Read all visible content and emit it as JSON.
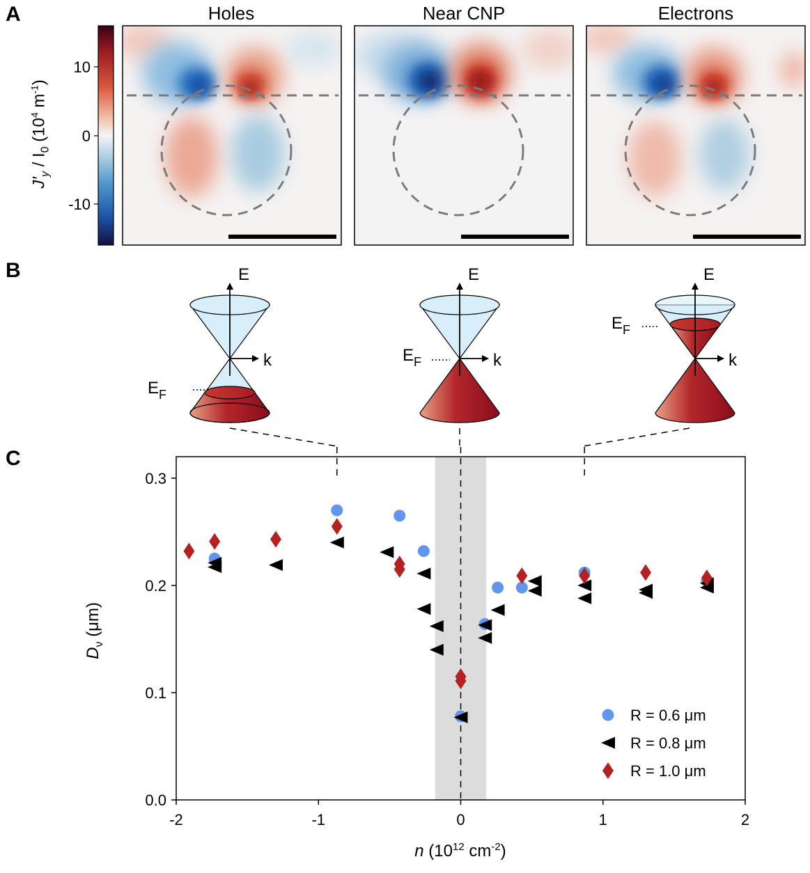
{
  "panels": {
    "a": "A",
    "b": "B",
    "c": "C"
  },
  "panel_a": {
    "maps": [
      {
        "title": "Holes"
      },
      {
        "title": "Near CNP"
      },
      {
        "title": "Electrons"
      }
    ],
    "colorbar": {
      "ticks": [
        "10",
        "0",
        "-10"
      ],
      "label_main": "J′",
      "label_sub": "y",
      "label_div": " / I",
      "label_sub0": "0",
      "label_units": " (10",
      "label_exp": "4",
      "label_tail": " m",
      "label_exp2": "-1",
      "label_close": ")"
    }
  },
  "panel_b": {
    "cones": [
      {
        "E": "E",
        "k": "k",
        "EF": "E",
        "EF_sub": "F",
        "state": "holes"
      },
      {
        "E": "E",
        "k": "k",
        "EF": "E",
        "EF_sub": "F",
        "state": "cnp"
      },
      {
        "E": "E",
        "k": "k",
        "EF": "E",
        "EF_sub": "F",
        "state": "electrons"
      }
    ]
  },
  "chart_data": {
    "type": "scatter",
    "xlabel_var": "n",
    "xlabel_units": " (10",
    "xlabel_exp": "12",
    "xlabel_tail": " cm",
    "xlabel_exp2": "-2",
    "xlabel_close": ")",
    "ylabel_var": "D",
    "ylabel_sub": "ν",
    "ylabel_units": " (μm)",
    "xlim": [
      -2,
      2
    ],
    "ylim": [
      0,
      0.32
    ],
    "xticks": [
      -2,
      -1,
      0,
      1,
      2
    ],
    "yticks": [
      0.0,
      0.1,
      0.2,
      0.3
    ],
    "ytick_labels": [
      "0.0",
      "0.1",
      "0.2",
      "0.3"
    ],
    "shaded_band": [
      -0.18,
      0.18
    ],
    "vlines": [
      -0.87,
      0,
      0.87
    ],
    "series": [
      {
        "name": "R = 0.6 μm",
        "marker": "circle",
        "color": "#6495ed",
        "x": [
          -1.73,
          -0.87,
          -0.43,
          -0.26,
          0.0,
          0.17,
          0.26,
          0.43,
          0.87,
          1.73
        ],
        "y": [
          0.225,
          0.27,
          0.265,
          0.232,
          0.078,
          0.164,
          0.198,
          0.198,
          0.212,
          0.204
        ]
      },
      {
        "name": "R = 0.8 μm",
        "marker": "triangle-left",
        "color": "#000000",
        "x": [
          -1.73,
          -1.73,
          -1.3,
          -0.87,
          -0.52,
          -0.26,
          -0.26,
          -0.17,
          -0.17,
          0.0,
          0.17,
          0.17,
          0.26,
          0.52,
          0.52,
          0.87,
          0.87,
          1.3,
          1.3,
          1.73,
          1.73
        ],
        "y": [
          0.221,
          0.217,
          0.219,
          0.24,
          0.231,
          0.211,
          0.178,
          0.162,
          0.14,
          0.077,
          0.163,
          0.151,
          0.177,
          0.204,
          0.195,
          0.2,
          0.188,
          0.196,
          0.193,
          0.202,
          0.198
        ]
      },
      {
        "name": "R = 1.0 μm",
        "marker": "diamond",
        "color": "#b22222",
        "x": [
          -1.91,
          -1.73,
          -1.3,
          -0.87,
          -0.43,
          -0.43,
          0.0,
          0.0,
          0.43,
          0.87,
          1.3,
          1.73
        ],
        "y": [
          0.232,
          0.241,
          0.243,
          0.255,
          0.22,
          0.215,
          0.115,
          0.111,
          0.209,
          0.209,
          0.212,
          0.207
        ]
      }
    ],
    "legend_position": "bottom-right"
  }
}
